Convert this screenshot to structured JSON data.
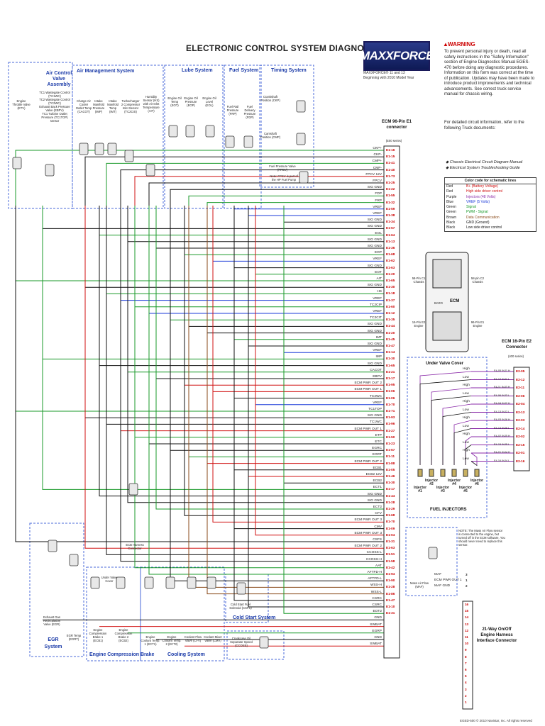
{
  "page": {
    "title": "ELECTRONIC CONTROL SYSTEM DIAGNOSTICS",
    "logo_text": "MAXXFORCE",
    "logo_sub_1": "MAXXFORCE® 11 and 13",
    "logo_sub_2": "Beginning with 2010 Model Year",
    "footer": "EGED-500 © 2010 Navistar, Inc. All rights reserved"
  },
  "warning": {
    "icon": "warning-triangle-icon",
    "heading": "WARNING",
    "body": "To prevent personal injury or death, read all safety instructions in the \"Safety Information\" section of Engine Diagnostics Manual EGES-470 before doing any diagnostic procedures. Information on this form was correct at the time of publication. Updates may have been made to introduce product improvements and technical advancements. See correct truck service manual for chassis wiring.",
    "ref_intro": "For detailed circuit information, refer to the following Truck documents:",
    "ref_items": [
      "Chassis Electrical Circuit Diagram Manual",
      "Electrical System Troubleshooting Guide"
    ]
  },
  "legend": {
    "title": "Color code for schematic lines",
    "rows": [
      {
        "color": "Red",
        "meaning": "B+ (Battery Voltage)",
        "hex": "#d01010"
      },
      {
        "color": "Red",
        "meaning": "High side driver control",
        "hex": "#d01010"
      },
      {
        "color": "Purple",
        "meaning": "Injectors (48 Volts)",
        "hex": "#8a2aa8"
      },
      {
        "color": "Blue",
        "meaning": "VREF (5 Volts)",
        "hex": "#1a3ad8"
      },
      {
        "color": "Green",
        "meaning": "Signal",
        "hex": "#1a9a2a"
      },
      {
        "color": "Green",
        "meaning": "PWM - Signal",
        "hex": "#1a9a2a"
      },
      {
        "color": "Brown",
        "meaning": "Data Communication",
        "hex": "#8a4a1a"
      },
      {
        "color": "Black",
        "meaning": "GND (Ground)",
        "hex": "#111111"
      },
      {
        "color": "Black",
        "meaning": "Low side driver control",
        "hex": "#111111"
      }
    ]
  },
  "sections": {
    "air_control": "Air Control Valve Assembly",
    "air_management": "Air Management System",
    "lube": "Lube System",
    "fuel": "Fuel System",
    "timing": "Timing System",
    "egr": "EGR System",
    "compression_brake": "Engine Compression Brake",
    "cooling": "Cooling System",
    "cold_start": "Cold Start System",
    "under_valve_cover": "Under Valve Cover",
    "fuel_injectors": "FUEL INJECTORS"
  },
  "components": {
    "throttle": "Engine Throttle Valve (ETV)",
    "tc_list": [
      "TC1 Wastegate Control (TC1WC)",
      "TC2 Wastegate Control (TC2WC)",
      "Exhaust Back Pressure Valve (EBPV)",
      "TC1 Turbine Outlet Pressure (TC1TOP) sensor"
    ],
    "air_mgmt": [
      "Charge Air Cooler Outlet Temp (CACOT)",
      "Intake Manifold Pressure (IMP)",
      "Intake Manifold Temp (IMT)",
      "Turbocharger 2 Compressor Inlet Sensor (TC2CIS)",
      "Humidity Sensor (HS) with Air Inlet Temperature (AIT)"
    ],
    "lube": [
      "Engine Oil Temp (EOT)",
      "Engine Oil Pressure (EOP)",
      "Engine Oil Level (EOL)"
    ],
    "fuel": [
      "Fuel Rail Pressure (FRP)",
      "Fuel Delivery Pressure (FDP)"
    ],
    "timing": [
      "Crankshaft Position (CKP)",
      "Camshaft Position (CMP)"
    ],
    "fpcv": "Fuel Pressure Valve (FPCV)",
    "fpcv_note": "Note: FPCV is part of the HP Fuel Pump",
    "ecm_e1": "ECM 96-Pin E1 connector",
    "ecm_e1_sub": "(E00 series)",
    "ecm_e2": "ECM 16-Pin E2 Connector",
    "ecm_e2_sub": "(400 series)",
    "ecm": "ECM",
    "baro": "BARO",
    "chassis_c1": "58-Pin C1 Chassis",
    "chassis_c2": "58-pin C2 Chassis",
    "engine_e1": "96-Pin E1 Engine",
    "engine_e2": "16-Pin E2 Engine",
    "egr_items": [
      "Exhaust Gas Recirculation Valve (EGR)",
      "EGR Temp (EGRT)"
    ],
    "ecb_harness": "ECB Harness Connector",
    "brake_items": [
      "Engine Compression Brake 1 (ECB1)",
      "Engine Compression Brake 2 (ECB2)"
    ],
    "under_cover_small": "Under Valve Cover",
    "cooling_items": [
      "Engine Coolant Temp. 1 (ECT1)",
      "Engine Coolant Temp. 2 (ECT2)",
      "Coolant Flow Valve (CFV)",
      "Coolant Mixer Valve (CMV)"
    ],
    "cold_start_item": "Cold Start Fuel Solenoid (CSFS)",
    "ccos": "Crankcase Oil Separator Speed (CCOSS)",
    "maf": "Mass Air Flow (MAF)",
    "maf_note": "NOTE: The Mass Air Flow sensor is connected to the engine, but turned off in the ECM software. You should never need to replace this sensor.",
    "harness": "21-Way On/Off Engine Harness Interface Connector",
    "injectors": [
      "Injector #1",
      "Injector #2",
      "Injector #3",
      "Injector #4",
      "Injector #5",
      "Injector #6"
    ]
  },
  "e1_signals": [
    {
      "sig": "CKP+",
      "pin": "E1-16",
      "c": "#1a9a2a"
    },
    {
      "sig": "CKP-",
      "pin": "E1-15",
      "c": "#111111"
    },
    {
      "sig": "CMP+",
      "pin": "E1-41",
      "c": "#1a9a2a"
    },
    {
      "sig": "CMP-",
      "pin": "E1-40",
      "c": "#111111"
    },
    {
      "sig": "FPCV 12V",
      "pin": "E1-73",
      "c": "#d01010"
    },
    {
      "sig": "FPCV",
      "pin": "E1-25",
      "c": "#111111"
    },
    {
      "sig": "SIG GND",
      "pin": "E1-22",
      "c": "#111111"
    },
    {
      "sig": "FDP",
      "pin": "E1-55",
      "c": "#1a9a2a"
    },
    {
      "sig": "FRP",
      "pin": "E1-32",
      "c": "#1a9a2a"
    },
    {
      "sig": "VREF",
      "pin": "E1-59",
      "c": "#1a3ad8"
    },
    {
      "sig": "VREF",
      "pin": "E1-38",
      "c": "#1a3ad8"
    },
    {
      "sig": "SIG GND",
      "pin": "E1-34",
      "c": "#111111"
    },
    {
      "sig": "SIG GND",
      "pin": "E1-57",
      "c": "#111111"
    },
    {
      "sig": "EOL",
      "pin": "E1-64",
      "c": "#1a9a2a"
    },
    {
      "sig": "SIG GND",
      "pin": "E1-13",
      "c": "#111111"
    },
    {
      "sig": "SIG GND",
      "pin": "E1-36",
      "c": "#111111"
    },
    {
      "sig": "EOP",
      "pin": "E1-68",
      "c": "#1a9a2a"
    },
    {
      "sig": "VREF",
      "pin": "E1-62",
      "c": "#1a3ad8"
    },
    {
      "sig": "SIG GND",
      "pin": "E1-63",
      "c": "#111111"
    },
    {
      "sig": "EOT",
      "pin": "E1-20",
      "c": "#1a9a2a"
    },
    {
      "sig": "AIT",
      "pin": "E1-65",
      "c": "#1a9a2a"
    },
    {
      "sig": "SIG GND",
      "pin": "E1-30",
      "c": "#111111"
    },
    {
      "sig": "HS",
      "pin": "E1-18",
      "c": "#1a9a2a"
    },
    {
      "sig": "VREF",
      "pin": "E1-37",
      "c": "#1a3ad8"
    },
    {
      "sig": "TC2CIP",
      "pin": "E1-60",
      "c": "#1a9a2a"
    },
    {
      "sig": "VREF",
      "pin": "E1-12",
      "c": "#1a3ad8"
    },
    {
      "sig": "TC2CIT",
      "pin": "E1-35",
      "c": "#1a9a2a"
    },
    {
      "sig": "SIG GND",
      "pin": "E1-44",
      "c": "#111111"
    },
    {
      "sig": "SIG GND",
      "pin": "E1-20",
      "c": "#111111"
    },
    {
      "sig": "IMT",
      "pin": "E1-45",
      "c": "#1a9a2a"
    },
    {
      "sig": "SIG GND",
      "pin": "E1-47",
      "c": "#111111"
    },
    {
      "sig": "VREF",
      "pin": "E1-14",
      "c": "#1a3ad8"
    },
    {
      "sig": "IMP",
      "pin": "E1-30",
      "c": "#1a9a2a"
    },
    {
      "sig": "SIG GND",
      "pin": "E1-65",
      "c": "#111111"
    },
    {
      "sig": "CACOT",
      "pin": "E1-21",
      "c": "#1a9a2a"
    },
    {
      "sig": "EBPV",
      "pin": "E1-17",
      "c": "#111111"
    },
    {
      "sig": "ECM PWR OUT 2",
      "pin": "E1-95",
      "c": "#d01010"
    },
    {
      "sig": "ECM PWR OUT 1",
      "pin": "E1-06",
      "c": "#d01010"
    },
    {
      "sig": "TC2WC",
      "pin": "E1-06",
      "c": "#111111"
    },
    {
      "sig": "VREF",
      "pin": "E1-70",
      "c": "#1a3ad8"
    },
    {
      "sig": "TC1TOP",
      "pin": "E1-71",
      "c": "#1a9a2a"
    },
    {
      "sig": "SIG GND",
      "pin": "E1-93",
      "c": "#111111"
    },
    {
      "sig": "TC1WC",
      "pin": "E1-96",
      "c": "#111111"
    },
    {
      "sig": "ECM PWR OUT 1",
      "pin": "E1-27",
      "c": "#d01010"
    },
    {
      "sig": "ETP",
      "pin": "E1-50",
      "c": "#1a9a2a"
    },
    {
      "sig": "ETC",
      "pin": "E1-23",
      "c": "#111111"
    },
    {
      "sig": "EGRC",
      "pin": "E1-67",
      "c": "#111111"
    },
    {
      "sig": "EGRT",
      "pin": "E1-11",
      "c": "#1a9a2a"
    },
    {
      "sig": "ECM PWR OUT 2",
      "pin": "E1-88",
      "c": "#d01010"
    },
    {
      "sig": "ECB1",
      "pin": "E1-05",
      "c": "#111111"
    },
    {
      "sig": "ECB2 12V",
      "pin": "E1-46",
      "c": "#d01010"
    },
    {
      "sig": "ECB2",
      "pin": "E1-30",
      "c": "#111111"
    },
    {
      "sig": "ECT1",
      "pin": "E1-17",
      "c": "#1a9a2a"
    },
    {
      "sig": "SIG GND",
      "pin": "E1-44",
      "c": "#111111"
    },
    {
      "sig": "SIG GND",
      "pin": "E1-28",
      "c": "#111111"
    },
    {
      "sig": "ECT2",
      "pin": "E1-29",
      "c": "#1a9a2a"
    },
    {
      "sig": "CFV",
      "pin": "E1-68",
      "c": "#111111"
    },
    {
      "sig": "ECM PWR OUT 3",
      "pin": "E1-70",
      "c": "#d01010"
    },
    {
      "sig": "CMV",
      "pin": "E1-09",
      "c": "#111111"
    },
    {
      "sig": "ECM PWR OUT 3",
      "pin": "E1-04",
      "c": "#d01010"
    },
    {
      "sig": "CSFS",
      "pin": "E1-31",
      "c": "#111111"
    },
    {
      "sig": "ECM PWR OUT 2",
      "pin": "E1-63",
      "c": "#d01010"
    },
    {
      "sig": "CCOSS-L",
      "pin": "E1-51",
      "c": "#111111"
    },
    {
      "sig": "CCOSS-H",
      "pin": "E1-58",
      "c": "#111111"
    },
    {
      "sig": "AAT",
      "pin": "E1-42",
      "c": "#1a9a2a"
    },
    {
      "sig": "AFTFD-H",
      "pin": "E1-94",
      "c": "#1a9a2a"
    },
    {
      "sig": "AFTFD-L",
      "pin": "E1-90",
      "c": "#111111"
    },
    {
      "sig": "WSS-H",
      "pin": "E1-28",
      "c": "#8a4a1a"
    },
    {
      "sig": "WSS-L",
      "pin": "E1-86",
      "c": "#8a4a1a"
    },
    {
      "sig": "CSRC",
      "pin": "E1-47",
      "c": "#111111"
    },
    {
      "sig": "CSRC",
      "pin": "E1-10",
      "c": "#111111"
    },
    {
      "sig": "EOT2",
      "pin": "E1-31",
      "c": "#1a9a2a"
    },
    {
      "sig": "GND",
      "pin": "",
      "c": "#111111"
    },
    {
      "sig": "SWBAT",
      "pin": "",
      "c": "#d01010"
    },
    {
      "sig": "EGRP",
      "pin": "",
      "c": "#1a9a2a"
    },
    {
      "sig": "GND",
      "pin": "",
      "c": "#111111"
    },
    {
      "sig": "SWBAT",
      "pin": "",
      "c": "#d01010"
    }
  ],
  "e2_signals": [
    {
      "sig": "E4-05 INJ1 H",
      "pin": "E2-05",
      "lbl": "High"
    },
    {
      "sig": "E4-12 INJ1 L",
      "pin": "E2-12",
      "lbl": "Low"
    },
    {
      "sig": "E4-11 INJ3 H",
      "pin": "E2-11",
      "lbl": "High"
    },
    {
      "sig": "E4-06 INJ3 L",
      "pin": "E2-06",
      "lbl": "Low"
    },
    {
      "sig": "E4-04 INJ2 H",
      "pin": "E2-04",
      "lbl": "High"
    },
    {
      "sig": "E4-13 INJ2 L",
      "pin": "E2-13",
      "lbl": "Low"
    },
    {
      "sig": "E4-03 INJ6 H",
      "pin": "E2-03",
      "lbl": "High"
    },
    {
      "sig": "E4-14 INJ6 L",
      "pin": "E2-14",
      "lbl": "Low"
    },
    {
      "sig": "E4-02 INJ5 H",
      "pin": "E2-02",
      "lbl": "High"
    },
    {
      "sig": "E4-15 INJ5 L",
      "pin": "E2-15",
      "lbl": "Low"
    },
    {
      "sig": "E4-01 INJ4 H",
      "pin": "E2-01",
      "lbl": "High"
    },
    {
      "sig": "E4-16 INJ4 L",
      "pin": "E2-16",
      "lbl": "Low"
    }
  ],
  "maf_signals": [
    {
      "sig": "MAF",
      "pin": "3"
    },
    {
      "sig": "ECM PWR OUT 1",
      "pin": "1"
    },
    {
      "sig": "MAF GND",
      "pin": "2"
    }
  ],
  "harness_pins": [
    "16",
    "15",
    "14",
    "13",
    "12",
    "11",
    "10",
    "9",
    "8",
    "7",
    "6",
    "5",
    "4",
    "3",
    "2",
    "1"
  ]
}
